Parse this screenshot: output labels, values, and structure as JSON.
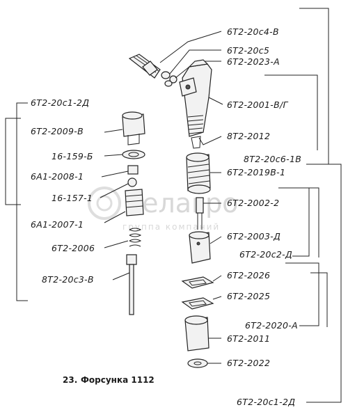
{
  "caption": {
    "number": "23.",
    "title": "Форсунка 1112"
  },
  "watermark": {
    "brand": "Белагро",
    "tagline": "группа компаний"
  },
  "labels": {
    "right": [
      "6Т2-20с4-В",
      "6Т2-20с5",
      "6Т2-2023-А",
      "6Т2-2001-В/Г",
      "8Т2-2012",
      "8Т2-20с6-1В",
      "6Т2-2019В-1",
      "6Т2-2002-2",
      "6Т2-2003-Д",
      "6Т2-20с2-Д",
      "6Т2-2026",
      "6Т2-2025",
      "6Т2-2020-А",
      "6Т2-2011",
      "6Т2-2022",
      "6Т2-20с1-2Д"
    ],
    "left": [
      "6Т2-20с1-2Д",
      "6Т2-2009-В",
      "16-159-Б",
      "6А1-2008-1",
      "16-157-1",
      "6А1-2007-1",
      "6Т2-2006",
      "8Т2-20с3-В"
    ]
  }
}
